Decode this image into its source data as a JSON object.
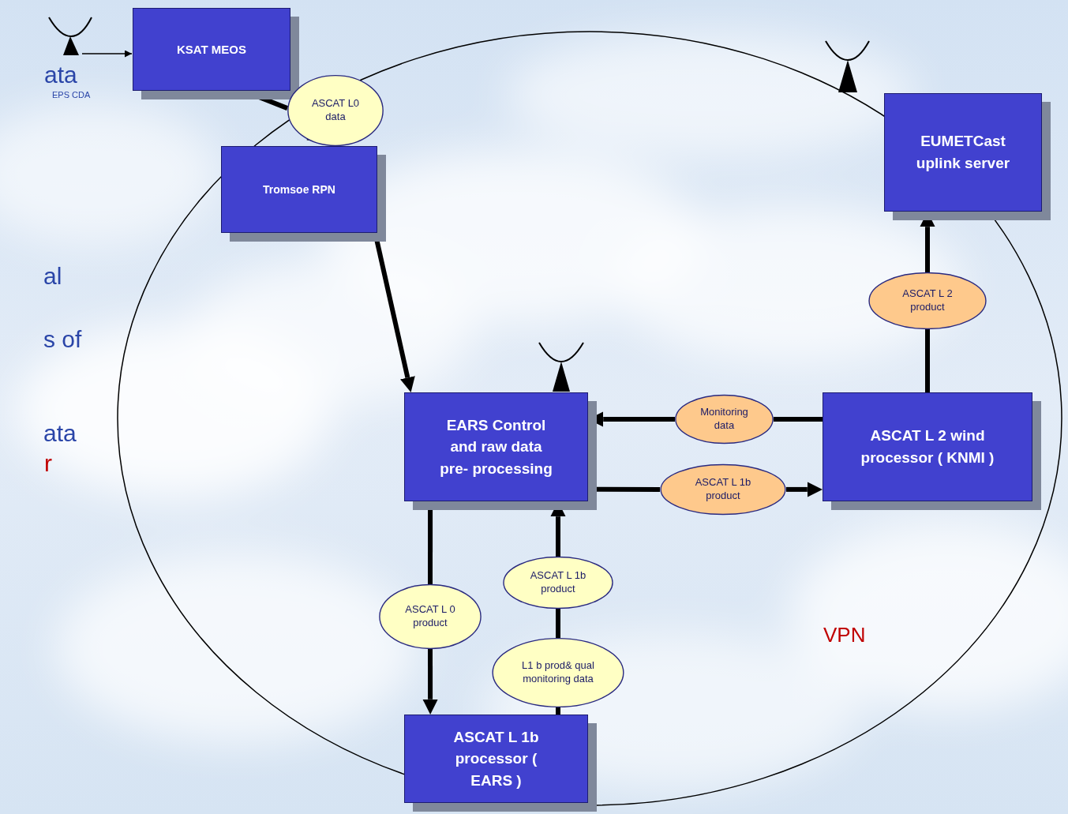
{
  "diagram": {
    "nodes": [
      {
        "text": [
          "KSAT MEOS"
        ]
      },
      {
        "text": [
          "ASCAT L0 data"
        ]
      },
      {
        "text": [
          "EUMETCast uplink server"
        ]
      },
      {
        "text": [
          "Tromsoe RPN"
        ]
      },
      {
        "text": [
          "ASCAT L 2 product"
        ]
      },
      {
        "text": [
          "EARS Control and raw data pre- processing"
        ]
      },
      {
        "text": [
          "Monitoring data"
        ]
      },
      {
        "text": [
          "ASCAT L 2 wind processor ( KNMI )"
        ]
      },
      {
        "text": [
          "ASCAT L 1b product"
        ]
      },
      {
        "text": [
          "ASCAT L 1b product"
        ]
      },
      {
        "text": [
          "ASCAT L 0 product"
        ]
      },
      {
        "text": [
          "L1 b prod& qual monitoring data"
        ]
      },
      {
        "text": [
          "ASCAT L 1b processor ( EARS )"
        ]
      }
    ],
    "edges": [
      {
        "from": 0,
        "to": 1,
        "arrow": "none"
      },
      {
        "from": 1,
        "to": 3,
        "arrow": "to"
      },
      {
        "from": 3,
        "to": 5,
        "arrow": "to"
      },
      {
        "from": 5,
        "to": 10,
        "arrow": "none"
      },
      {
        "from": 10,
        "to": 12,
        "arrow": "to"
      },
      {
        "from": 12,
        "to": 11,
        "arrow": "none"
      },
      {
        "from": 11,
        "to": 9,
        "arrow": "none"
      },
      {
        "from": 9,
        "to": 5,
        "arrow": "to"
      },
      {
        "from": 5,
        "to": 8,
        "arrow": "none"
      },
      {
        "from": 8,
        "to": 7,
        "arrow": "to"
      },
      {
        "from": 7,
        "to": 6,
        "arrow": "none"
      },
      {
        "from": 6,
        "to": 5,
        "arrow": "to"
      },
      {
        "from": 7,
        "to": 4,
        "arrow": "none"
      },
      {
        "from": 4,
        "to": 2,
        "arrow": "to"
      }
    ],
    "labels": [
      "ata",
      "EPS CDA",
      "al",
      "s of",
      "ata",
      "r",
      "VPN"
    ]
  }
}
